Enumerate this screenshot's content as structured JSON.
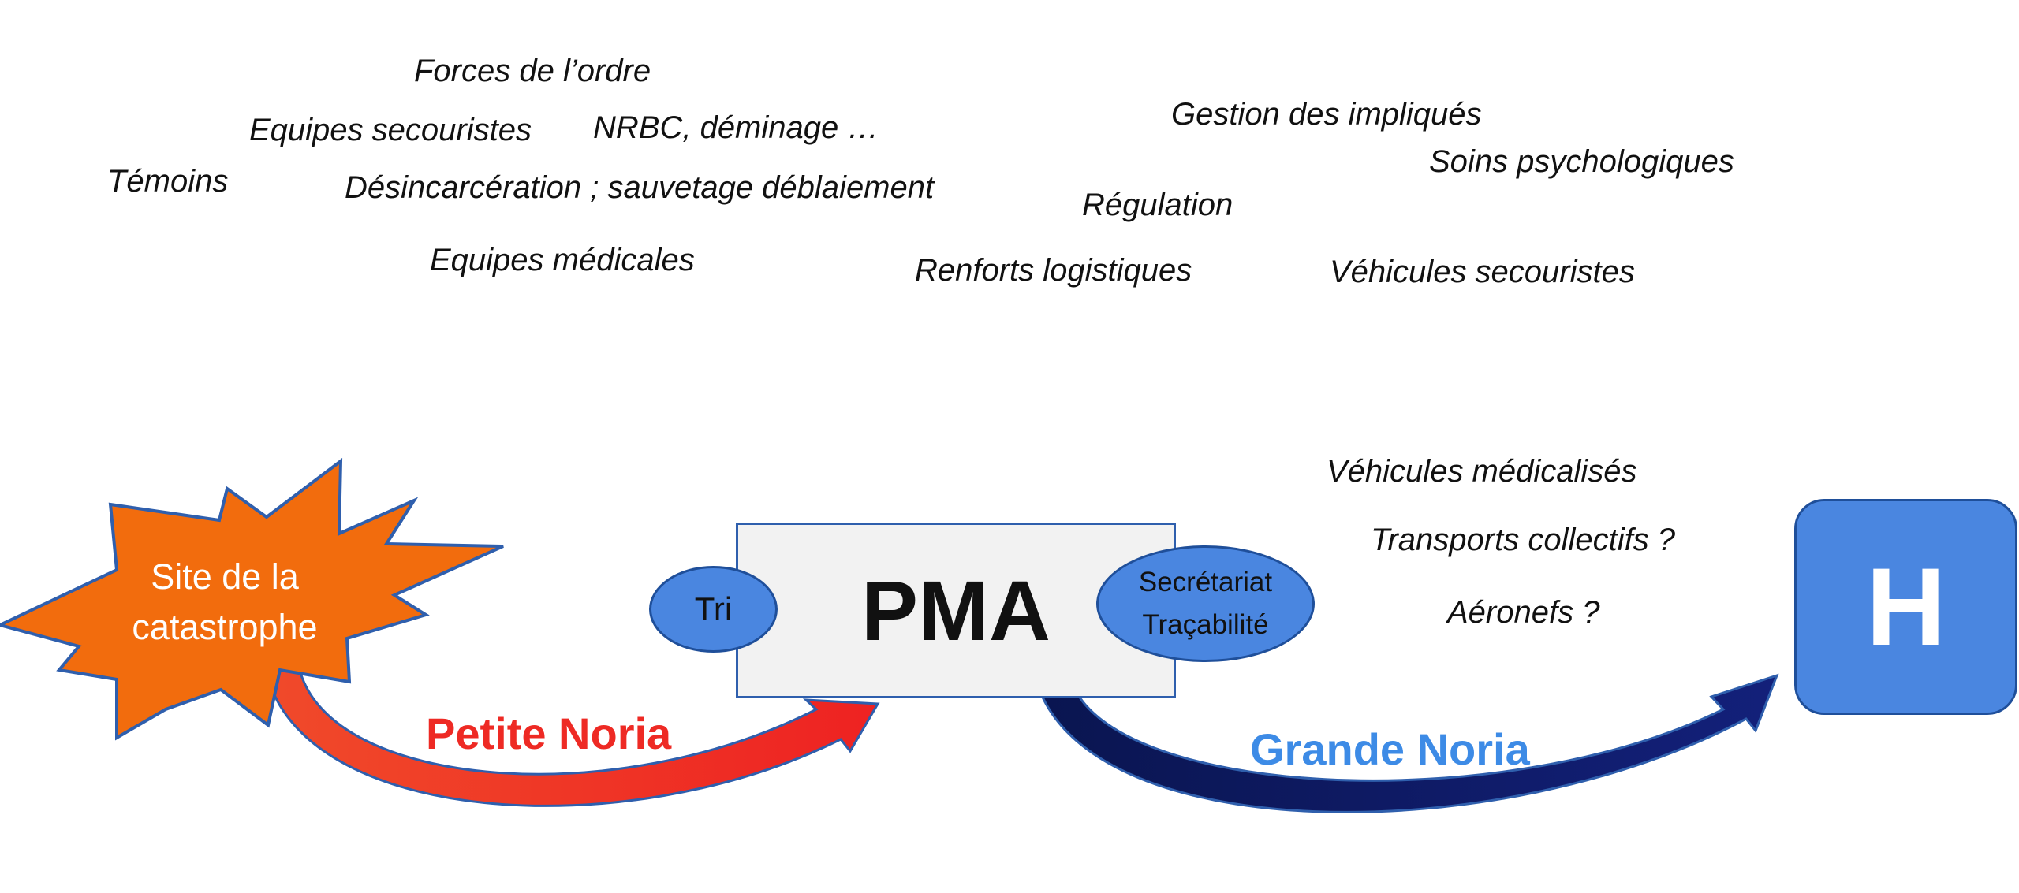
{
  "actors_top": [
    "Forces de l’ordre",
    "Equipes secouristes",
    "NRBC, déminage …",
    "Témoins",
    "Désincarcération ; sauvetage déblaiement",
    "Equipes médicales",
    "Gestion des impliqués",
    "Soins psychologiques",
    "Régulation",
    "Renforts logistiques",
    "Véhicules secouristes"
  ],
  "transport_means": [
    "Véhicules médicalisés",
    "Transports collectifs ?",
    "Aéronefs ?"
  ],
  "site": {
    "line1": "Site de la",
    "line2": "catastrophe",
    "fill_color": "#f26c0d",
    "border_color": "#2f5fad"
  },
  "pma": {
    "label": "PMA",
    "tri": "Tri",
    "secretariat": "Secrétariat",
    "tracabilite": "Traçabilité"
  },
  "hospital": {
    "label": "H",
    "color": "#4a86e0"
  },
  "petite_noria": {
    "label": "Petite Noria",
    "color": "#ee2a24"
  },
  "grande_noria": {
    "label": "Grande Noria",
    "color": "#3d8be6",
    "arrow_color": "#0f1a5c"
  }
}
